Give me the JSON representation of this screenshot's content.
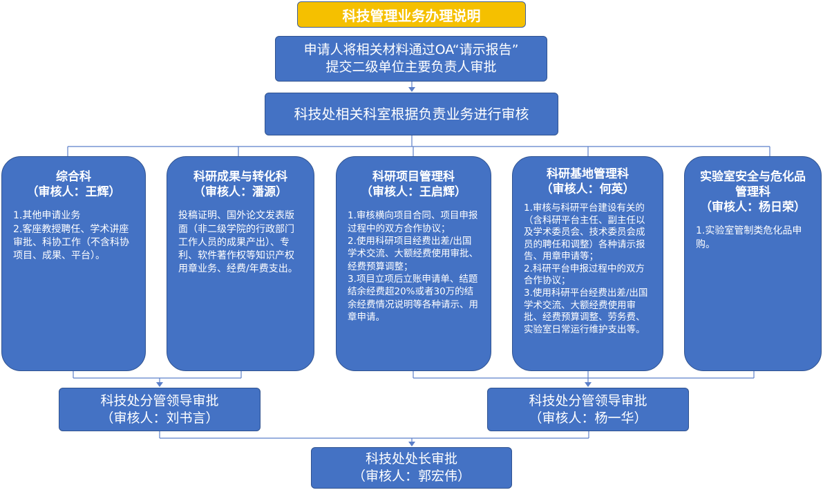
{
  "title": "科技管理业务办理说明",
  "step1": {
    "line1": "申请人将相关材料通过OA“请示报告”",
    "line2": "提交二级单位主要负责人审批"
  },
  "step2": {
    "text": "科技处相关科室根据负责业务进行审核"
  },
  "departments": [
    {
      "name": "综合科",
      "reviewer": "（审核人：王辉）",
      "desc": "1.其他申请业务\n2.客座教授聘任、学术讲座审批、科协工作（不含科协项目、成果、平台）。"
    },
    {
      "name": "科研成果与转化科",
      "reviewer": "（审核人：潘源）",
      "desc": "投稿证明、国外论文发表版面（非二级学院的行政部门工作人员的成果产出）、专利、软件著作权等知识产权用章业务、经费/年费支出。"
    },
    {
      "name": "科研项目管理科",
      "reviewer": "（审核人：王启辉）",
      "desc": "1.审核横向项目合同、项目申报过程中的双方合作协议；\n2.使用科研项目经费出差/出国学术交流、大额经费使用审批、经费预算调整；\n3.项目立项后立账申请单、结题结余经费超20%或者30万的结余经费情况说明等各种请示、用章申请。"
    },
    {
      "name": "科研基地管理科",
      "reviewer": "（审核人：何英）",
      "desc": "1.审核与科研平台建设有关的（含科研平台主任、副主任以及学术委员会、技术委员会成员的聘任和调整）各种请示报告、用章申请等；\n2.科研平台申报过程中的双方合作协议；\n3.使用科研平台经费出差/出国学术交流、大额经费使用审批、经费预算调整、劳务费、实验室日常运行维护支出等。"
    },
    {
      "name": "实验室安全与危化品管理科",
      "reviewer": "（审核人：杨日荣）",
      "desc": "1.实验室管制类危化品申购。"
    }
  ],
  "leader_left": {
    "title": "科技处分管领导审批",
    "reviewer": "（审核人：刘书言）"
  },
  "leader_right": {
    "title": "科技处分管领导审批",
    "reviewer": "（审核人：杨一华）"
  },
  "director": {
    "title": "科技处处长审批",
    "reviewer": "（审核人：郭宏伟）"
  },
  "colors": {
    "box": "#4472c4",
    "border": "#2f528f",
    "title_bg": "#f5c000",
    "line": "#4472c4"
  }
}
